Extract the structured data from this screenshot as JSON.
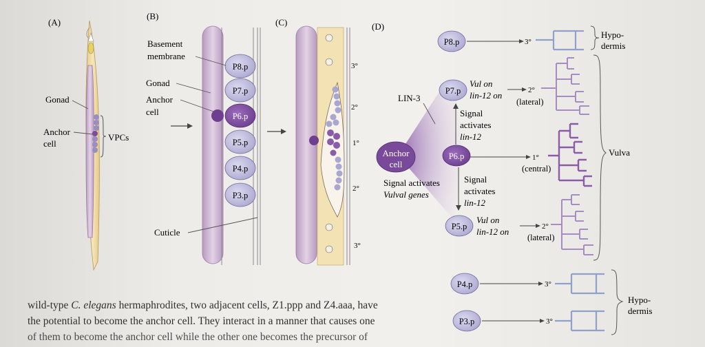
{
  "panels": {
    "A": {
      "label": "(A)",
      "gonad": "Gonad",
      "anchor_cell": [
        "Anchor",
        "cell"
      ],
      "vpcs": "VPCs"
    },
    "B": {
      "label": "(B)",
      "basement_membrane": [
        "Basement",
        "membrane"
      ],
      "gonad": "Gonad",
      "anchor_cell": [
        "Anchor",
        "cell"
      ],
      "cuticle": "Cuticle",
      "cells": [
        "P8.p",
        "P7.p",
        "P6.p",
        "P5.p",
        "P4.p",
        "P3.p"
      ]
    },
    "C": {
      "label": "(C)",
      "fates": [
        "3°",
        "2°",
        "1°",
        "2°",
        "3°"
      ]
    },
    "D": {
      "label": "(D)",
      "lin3": "LIN-3",
      "anchor_cell": [
        "Anchor",
        "cell"
      ],
      "signal_vulval": [
        "Signal activates",
        "Vulval genes"
      ],
      "signal_lin12_up": [
        "Signal",
        "activates",
        "lin-12"
      ],
      "signal_lin12_down": [
        "Signal",
        "activates",
        "lin-12"
      ],
      "vul_on_top": [
        "Vul on",
        "lin-12 on"
      ],
      "vul_on_bottom": [
        "Vul on",
        "lin-12 on"
      ],
      "cells": [
        "P8.p",
        "P7.p",
        "P6.p",
        "P5.p",
        "P4.p",
        "P3.p"
      ],
      "fates": {
        "p8": "3°",
        "p7": "2°",
        "p7_sub": "(lateral)",
        "p6": "1°",
        "p6_sub": "(central)",
        "p5": "2°",
        "p5_sub": "(lateral)",
        "p4": "3°",
        "p3": "3°"
      },
      "hypodermis_top": [
        "Hypo-",
        "dermis"
      ],
      "vulva": "Vulva",
      "hypodermis_bottom": [
        "Hypo-",
        "dermis"
      ]
    }
  },
  "caption": {
    "line1_a": "wild-type ",
    "line1_italic": "C. elegans",
    "line1_b": " hermaphrodites, two adjacent cells, Z1.ppp and Z4.aaa, have",
    "line2": "the potential to become the anchor cell. They interact in a manner that causes one",
    "line3": "of them to become the anchor cell while the other one becomes the precursor of"
  },
  "colors": {
    "accent_purple": "#8a5ca8",
    "cell_lavender": "#c9c6e2",
    "gonad_pink": "#dcc4dc",
    "lineage_blue": "#8ea0cc",
    "lineage_purple": "#a47cc0"
  }
}
